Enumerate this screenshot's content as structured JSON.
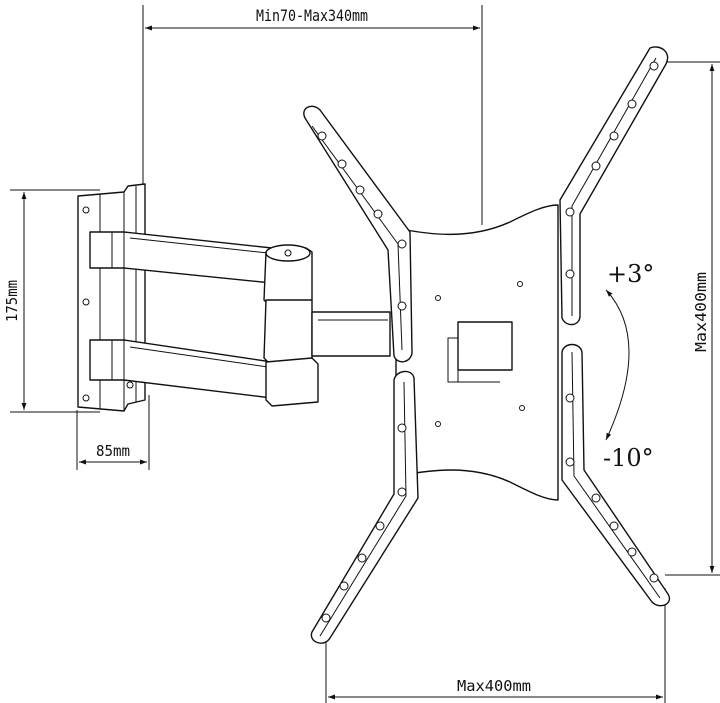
{
  "dimensions": {
    "arm_extension": "Min70-Max340mm",
    "wall_plate_height": "175mm",
    "wall_plate_width": "85mm",
    "vesa_vertical": "Max400mm",
    "vesa_horizontal": "Max400mm"
  },
  "tilt": {
    "up": "+3°",
    "down": "-10°"
  }
}
